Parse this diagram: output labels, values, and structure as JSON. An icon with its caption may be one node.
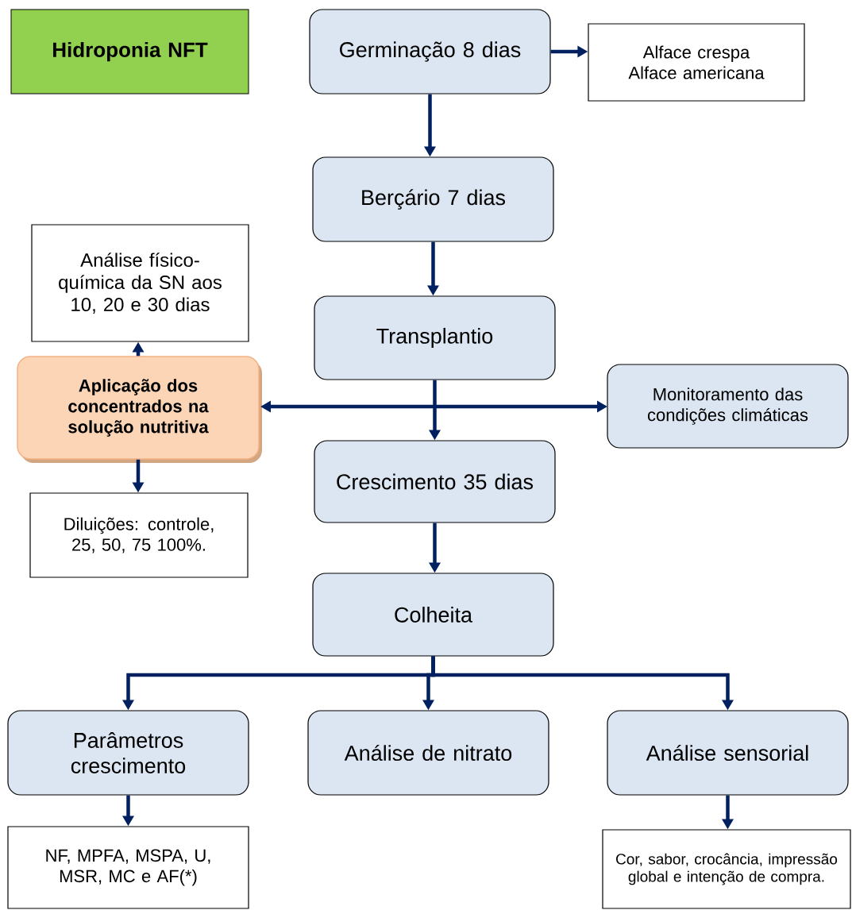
{
  "diagram": {
    "nodes": [
      {
        "text": [
          "Hidroponia NFT"
        ]
      },
      {
        "text": [
          "Germinação 8 dias"
        ]
      },
      {
        "text": [
          "Alface crespa",
          "Alface americana"
        ]
      },
      {
        "text": [
          "Berçário 7 dias"
        ]
      },
      {
        "text": [
          "Transplantio"
        ]
      },
      {
        "text": [
          "Análise físico-química da SN aos 10, 20 e 30 dias"
        ]
      },
      {
        "text": [
          "Aplicação dos concentrados na solução nutritiva"
        ]
      },
      {
        "text": [
          "Monitoramento das condições climáticas"
        ]
      },
      {
        "text": [
          "Diluições: controle, 25, 50, 75 100%."
        ]
      },
      {
        "text": [
          "Crescimento 35 dias"
        ]
      },
      {
        "text": [
          "Colheita"
        ]
      },
      {
        "text": [
          "Parâmetros crescimento"
        ]
      },
      {
        "text": [
          "Análise de nitrato"
        ]
      },
      {
        "text": [
          "Análise sensorial"
        ]
      },
      {
        "text": [
          "NF, MPFA, MSPA, U, MSR, MC e AF(*)"
        ]
      },
      {
        "text": [
          "Cor, sabor, crocância, impressão global e intenção de compra."
        ]
      }
    ],
    "edges": [
      {
        "from": 1,
        "to": 2,
        "arrow": "to"
      },
      {
        "from": 1,
        "to": 3,
        "arrow": "to"
      },
      {
        "from": 3,
        "to": 4,
        "arrow": "to"
      },
      {
        "from": 4,
        "to": 9,
        "arrow": "to"
      },
      {
        "from": 6,
        "to": 7,
        "arrow": "both"
      },
      {
        "from": 6,
        "to": 5,
        "arrow": "to"
      },
      {
        "from": 6,
        "to": 8,
        "arrow": "to"
      },
      {
        "from": 9,
        "to": 10,
        "arrow": "to"
      },
      {
        "from": 10,
        "to": 11,
        "arrow": "to"
      },
      {
        "from": 10,
        "to": 12,
        "arrow": "to"
      },
      {
        "from": 10,
        "to": 13,
        "arrow": "to"
      },
      {
        "from": 11,
        "to": 14,
        "arrow": "to"
      },
      {
        "from": 13,
        "to": 15,
        "arrow": "to"
      }
    ]
  }
}
